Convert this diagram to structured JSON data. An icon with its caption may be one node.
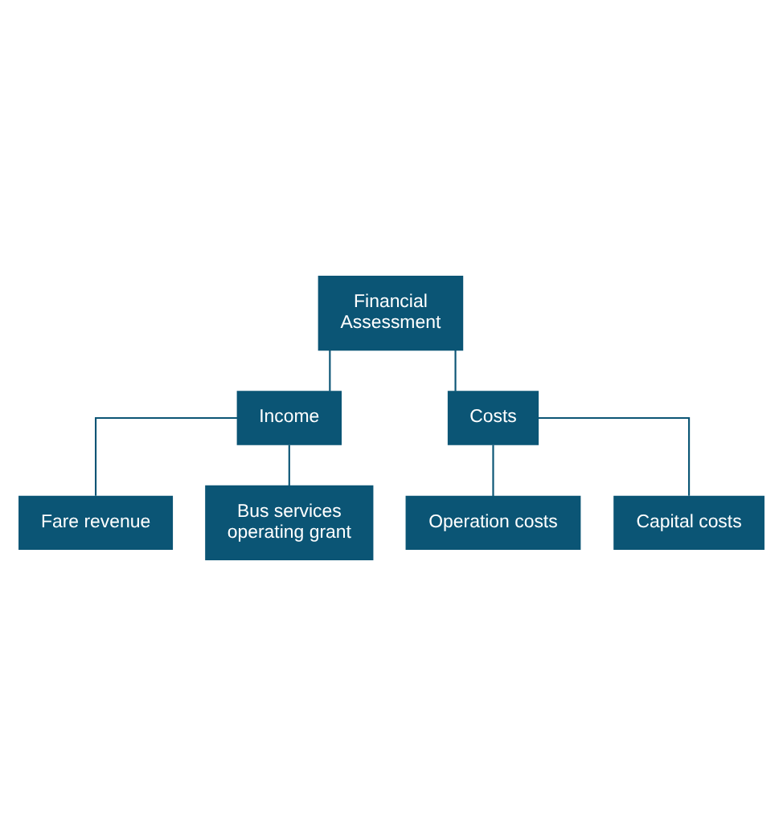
{
  "diagram": {
    "nodes": [
      {
        "text": [
          "Financial Assessment"
        ]
      },
      {
        "text": [
          "Income"
        ]
      },
      {
        "text": [
          "Costs"
        ]
      },
      {
        "text": [
          "Fare revenue"
        ]
      },
      {
        "text": [
          "Bus services operating grant"
        ]
      },
      {
        "text": [
          "Operation costs"
        ]
      },
      {
        "text": [
          "Capital costs"
        ]
      }
    ],
    "edges": [
      {
        "from": 0,
        "to": 1,
        "arrow": "none"
      },
      {
        "from": 0,
        "to": 2,
        "arrow": "none"
      },
      {
        "from": 1,
        "to": 3,
        "arrow": "none"
      },
      {
        "from": 1,
        "to": 4,
        "arrow": "none"
      },
      {
        "from": 2,
        "to": 5,
        "arrow": "none"
      },
      {
        "from": 2,
        "to": 6,
        "arrow": "none"
      }
    ]
  }
}
